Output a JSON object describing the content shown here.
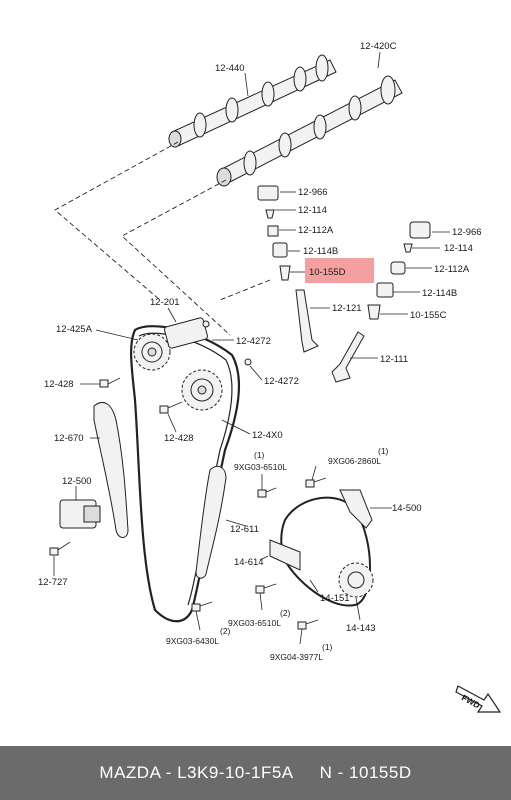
{
  "diagram": {
    "labels": {
      "p12_420c": "12-420C",
      "p12_440": "12-440",
      "p12_966a": "12-966",
      "p12_114a": "12-114",
      "p12_112aa": "12-112A",
      "p12_114ba": "12-114B",
      "p10_155d": "10-155D",
      "p12_966b": "12-966",
      "p12_114b": "12-114",
      "p12_112ab": "12-112A",
      "p12_114bb": "12-114B",
      "p10_155c": "10-155C",
      "p12_121": "12-121",
      "p12_111": "12-111",
      "p12_201": "12-201",
      "p12_425a": "12-425A",
      "p12_4272a": "12-4272",
      "p12_4272b": "12-4272",
      "p12_428a": "12-428",
      "p12_428b": "12-428",
      "p12_4x0": "12-4X0",
      "p12_670": "12-670",
      "p12_500": "12-500",
      "p12_727": "12-727",
      "p12_611": "12-611",
      "p9xg03_6510l_a": "9XG03-6510L",
      "p9xg06_2860l_num": "(1)",
      "p9xg06_2860l": "9XG06-2860L",
      "p9xg03_6510l_a_num": "(1)",
      "p14_500": "14-500",
      "p14_614": "14-614",
      "p14_151": "14-151",
      "p14_143": "14-143",
      "p9xg03_6510l_b_num": "(2)",
      "p9xg03_6510l_b": "9XG03-6510L",
      "p9xg03_6430l_num": "(2)",
      "p9xg03_6430l": "9XG03-6430L",
      "p9xg04_3977l_num": "(1)",
      "p9xg04_3977l": "9XG04-3977L",
      "fwd": "FWD"
    },
    "highlight_color": "#f4a0a0"
  },
  "footer": {
    "brand_part": "MAZDA - L3K9-10-1F5A",
    "n_part": "N - 10155D"
  }
}
